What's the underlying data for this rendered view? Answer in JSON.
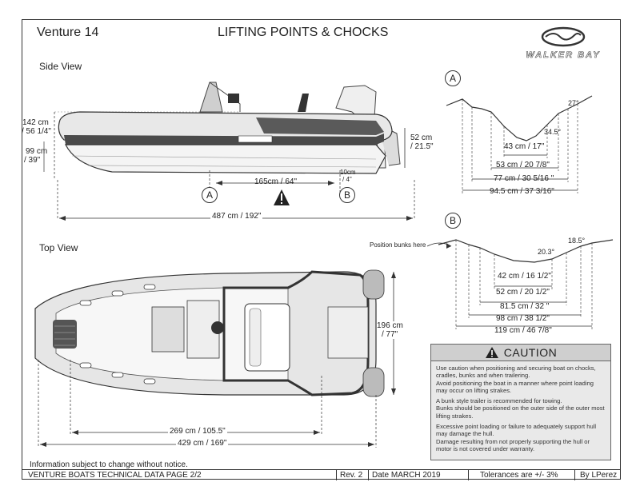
{
  "header": {
    "model": "Venture 14",
    "title": "LIFTING POINTS & CHOCKS",
    "brand": "WALKER BAY"
  },
  "side_view": {
    "label": "Side View",
    "height_dim": "142 cm\n/ 56 1/4\"",
    "height_dim_line1": "142 cm",
    "height_dim_line2": "/ 56 1/4\"",
    "hull_dim_line1": "99 cm",
    "hull_dim_line2": "/ 39\"",
    "transom_line1": "52 cm",
    "transom_line2": "/ 21.5\"",
    "lift_spacing": "165cm / 64\"",
    "offset_line1": "10cm",
    "offset_line2": "/ 4\"",
    "length": "487 cm / 192\"",
    "point_a": "A",
    "point_b": "B"
  },
  "top_view": {
    "label": "Top View",
    "beam_line1": "196 cm",
    "beam_line2": "/ 77\"",
    "inner_length": "269 cm / 105.5\"",
    "overall_length": "429 cm / 169\""
  },
  "section_a": {
    "label": "A",
    "angle": "27°",
    "angle2": "34.5°",
    "dims": [
      "43 cm / 17\"",
      "53 cm / 20 7/8\"",
      "77 cm / 30 5/16 \"",
      "94.5 cm / 37 3/16\""
    ]
  },
  "section_b": {
    "label": "B",
    "note": "Position bunks here",
    "angle1": "18.5°",
    "angle2": "20.3°",
    "dims": [
      "42 cm / 16 1/2\"",
      "52 cm / 20 1/2\"",
      "81.5 cm / 32 \"",
      "98 cm / 38 1/2\"",
      "119 cm / 46 7/8\""
    ]
  },
  "caution": {
    "title": "CAUTION",
    "p1": "Use caution when positioning and securing boat on chocks, cradles, bunks and when trailering.\nAvoid positioning the boat in a manner where point loading may occur on lifting strakes.",
    "p1a": "Use caution when positioning and securing boat on chocks, cradles, bunks and when trailering.",
    "p1b": "Avoid positioning the boat in a manner where point loading may occur on lifting strakes.",
    "p2a": "A bunk style trailer is recommended for towing.",
    "p2b": "Bunks should be positioned on the outer side of the outer most lifting strakes.",
    "p3a": "Excessive point loading or failure to adequately support hull may damage the hull.",
    "p3b": "Damage resulting from not properly supporting the hull or motor is not covered under warranty."
  },
  "footer": {
    "disclaimer": "Information subject to change without notice.",
    "doc": "VENTURE  BOATS TECHNICAL DATA PAGE 2/2",
    "rev": "Rev. 2",
    "date": "Date MARCH 2019",
    "tolerance": "Tolerances are +/- 3%",
    "author": "By LPerez"
  },
  "colors": {
    "hull_dark": "#4a4a4a",
    "hull_light": "#e6e6e6",
    "caution_bg": "#e9e9e9"
  }
}
